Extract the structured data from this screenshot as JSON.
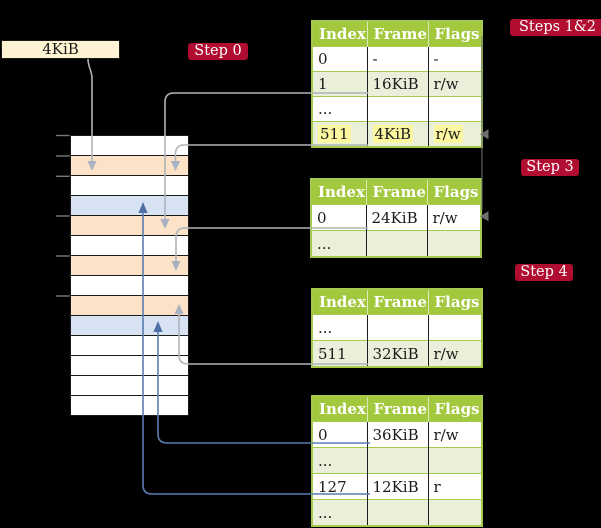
{
  "frame_box": {
    "label": "4KiB"
  },
  "badges": {
    "step0": "Step 0",
    "steps12": "Steps 1&2",
    "step3": "Step 3",
    "step4": "Step 4"
  },
  "memory_column": {
    "description": "physical memory frames, tick marks every 4KiB region",
    "rows": [
      {
        "fill": "white"
      },
      {
        "fill": "orange"
      },
      {
        "fill": "white"
      },
      {
        "fill": "blue"
      },
      {
        "fill": "orange"
      },
      {
        "fill": "white"
      },
      {
        "fill": "orange"
      },
      {
        "fill": "white"
      },
      {
        "fill": "orange"
      },
      {
        "fill": "blue"
      },
      {
        "fill": "white"
      },
      {
        "fill": "white"
      },
      {
        "fill": "white"
      },
      {
        "fill": "white"
      }
    ]
  },
  "tables": [
    {
      "name": "page-table-steps-1-2",
      "headers": [
        "Index",
        "Frame",
        "Flags"
      ],
      "rows": [
        {
          "tone": "white",
          "index": "0",
          "frame": "-",
          "flags": "-"
        },
        {
          "tone": "green",
          "index": "1",
          "frame": "16KiB",
          "flags": "r/w"
        },
        {
          "tone": "white",
          "index": "...",
          "frame": "",
          "flags": ""
        },
        {
          "tone": "green",
          "index": "511",
          "frame": "4KiB",
          "flags": "r/w",
          "highlighted": true
        }
      ]
    },
    {
      "name": "page-table-step-3",
      "headers": [
        "Index",
        "Frame",
        "Flags"
      ],
      "rows": [
        {
          "tone": "white",
          "index": "0",
          "frame": "24KiB",
          "flags": "r/w"
        },
        {
          "tone": "green",
          "index": "...",
          "frame": "",
          "flags": ""
        }
      ]
    },
    {
      "name": "page-table-step-4-upper",
      "headers": [
        "Index",
        "Frame",
        "Flags"
      ],
      "rows": [
        {
          "tone": "white",
          "index": "...",
          "frame": "",
          "flags": ""
        },
        {
          "tone": "green",
          "index": "511",
          "frame": "32KiB",
          "flags": "r/w"
        }
      ]
    },
    {
      "name": "page-table-step-4-lower",
      "headers": [
        "Index",
        "Frame",
        "Flags"
      ],
      "rows": [
        {
          "tone": "white",
          "index": "0",
          "frame": "36KiB",
          "flags": "r/w"
        },
        {
          "tone": "green",
          "index": "...",
          "frame": "",
          "flags": ""
        },
        {
          "tone": "white",
          "index": "127",
          "frame": "12KiB",
          "flags": "r"
        },
        {
          "tone": "green",
          "index": "...",
          "frame": "",
          "flags": ""
        }
      ]
    }
  ],
  "colors": {
    "background": "#000000",
    "table_header_green": "#a2c83e",
    "table_border_green": "#a6ca4d",
    "row_light_green": "#e9efd9",
    "memory_orange": "#fce3c8",
    "memory_blue": "#d7e3f3",
    "cream_box": "#fdf3d2",
    "badge_red": "#b00d31",
    "highlight_yellow": "#fcf69f",
    "gray_connector": "#b0b4b8",
    "blue_connector": "#5b7cb1"
  }
}
